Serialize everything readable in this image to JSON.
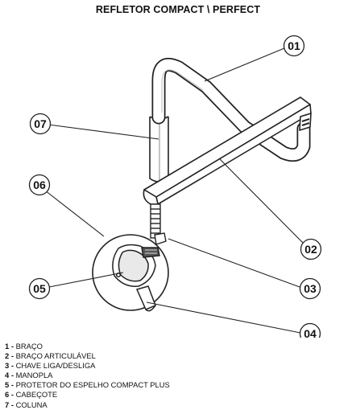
{
  "title": "REFLETOR COMPACT \\ PERFECT",
  "callouts": {
    "c01": "01",
    "c02": "02",
    "c03": "03",
    "c04": "04",
    "c05": "05",
    "c06": "06",
    "c07": "07"
  },
  "legend": [
    {
      "number": "1",
      "label": "BRAÇO"
    },
    {
      "number": "2",
      "label": "BRAÇO ARTICULÁVEL"
    },
    {
      "number": "3",
      "label": "CHAVE LIGA/DESLIGA"
    },
    {
      "number": "4",
      "label": "MANOPLA"
    },
    {
      "number": "5",
      "label": "PROTETOR DO ESPELHO COMPACT PLUS"
    },
    {
      "number": "6",
      "label": "CABEÇOTE"
    },
    {
      "number": "7",
      "label": "COLUNA"
    }
  ]
}
